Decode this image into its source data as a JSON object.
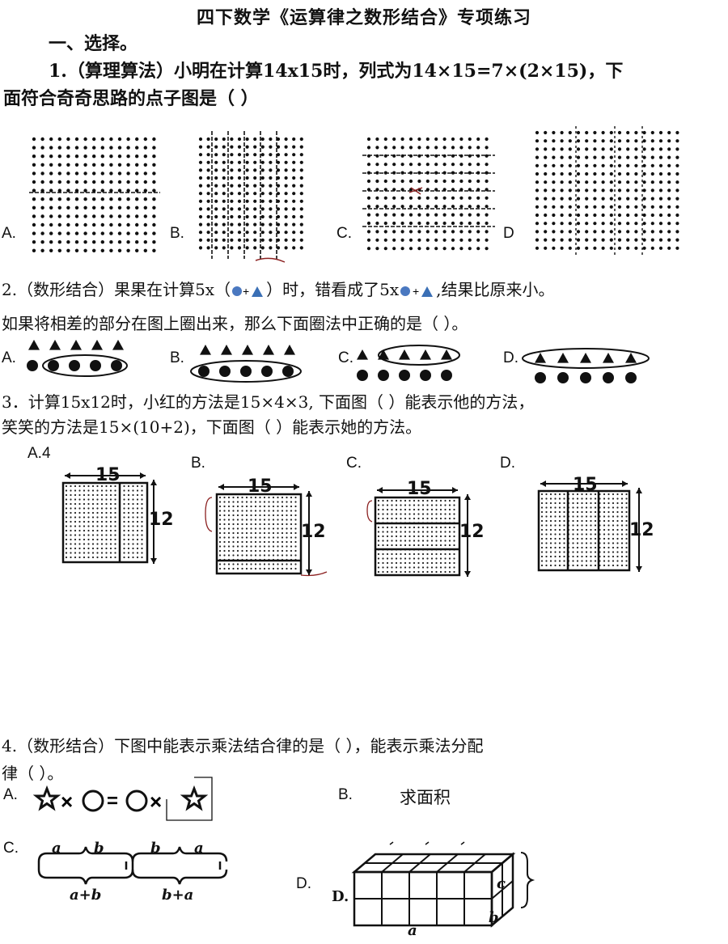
{
  "title": "四下数学《运算律之数形结合》专项练习",
  "section": "一、选择。",
  "q1": {
    "line1": "1.（算理算法）小明在计算14x15时，列式为14×15=7×(2×15)，下",
    "line2": "面符合奇奇思路的点子图是（    ）",
    "options": [
      "A.",
      "B.",
      "C.",
      "D"
    ]
  },
  "q2": {
    "line1_a": "2.（数形结合）果果在计算5x（",
    "line1_b": "）时，错看成了5x",
    "line1_c": ",结果比原来小。",
    "line2": "如果将相差的部分在图上圈出来，那么下面圈法中正确的是（      ）。",
    "options": [
      "A.",
      "B.",
      "C.",
      "D."
    ]
  },
  "q3": {
    "line1": "3．计算15x12时，小红的方法是15×4×3, 下面图（  ）能表示他的方法，",
    "line2": "笑笑的方法是15×(10+2)，下面图（     ）能表示她的方法。",
    "options": [
      "A.4",
      "B.",
      "C.",
      "D."
    ],
    "width_label": "15",
    "height_label": "12"
  },
  "q4": {
    "line1": "4.（数形结合）下图中能表示乘法结合律的是（  ），能表示乘法分配",
    "line2": "律（   ）。",
    "optA": "A.",
    "optB": "B.",
    "optB_text": "求面积",
    "optC": "C.",
    "optD": "D.",
    "c_left_top": [
      "a",
      "b"
    ],
    "c_left_bottom": "a+b",
    "c_right_top": [
      "b",
      "a"
    ],
    "c_right_bottom": "b+a",
    "d_labels": {
      "prefix": "D.",
      "c": "c",
      "b": "b",
      "a": "a"
    }
  },
  "colors": {
    "ink": "#111111",
    "shape_blue": "#3a6fb5",
    "circle_blue": "#4a78c0",
    "annotation": "#8b2020"
  }
}
